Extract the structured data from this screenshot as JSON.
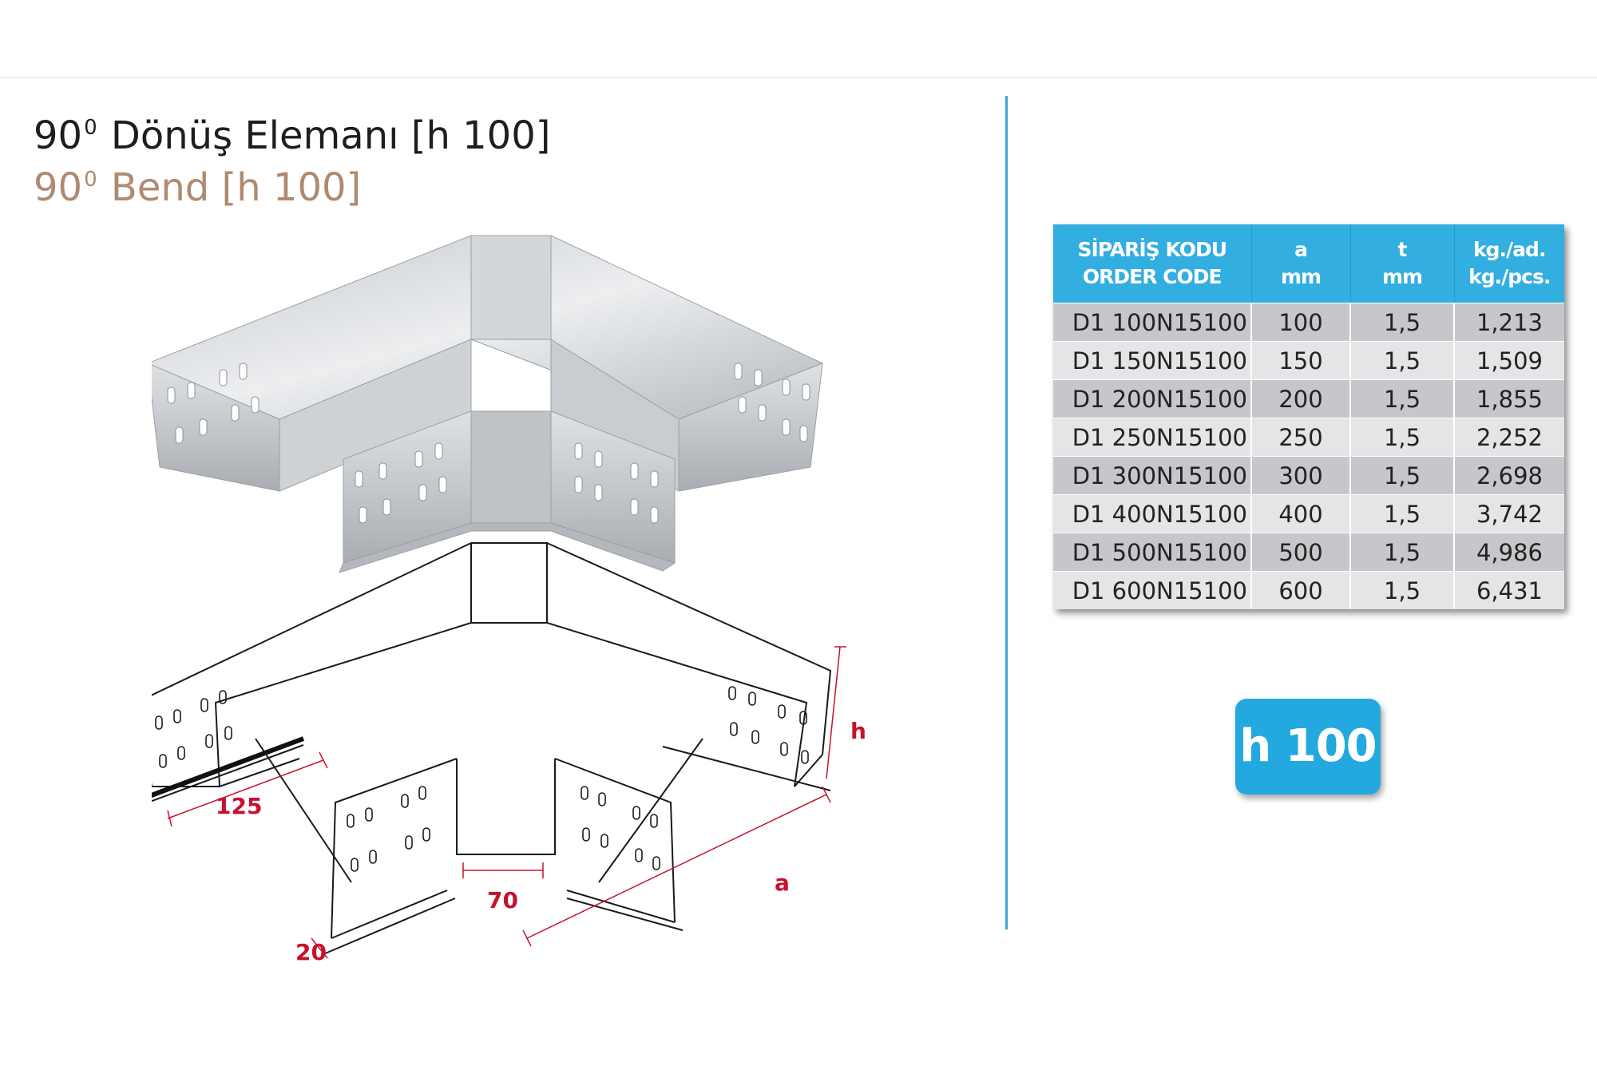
{
  "title": {
    "tr_prefix": "90",
    "tr_sup": "0",
    "tr_text": "Dönüş Elemanı [h 100]",
    "en_prefix": "90",
    "en_sup": "0",
    "en_text": "Bend [h 100]"
  },
  "drawing": {
    "dim_125": "125",
    "dim_70": "70",
    "dim_20": "20",
    "dim_a": "a",
    "dim_h": "h"
  },
  "table": {
    "headers": [
      {
        "line1": "SİPARİŞ KODU",
        "line2": "ORDER CODE"
      },
      {
        "line1": "a",
        "line2": "mm"
      },
      {
        "line1": "t",
        "line2": "mm"
      },
      {
        "line1": "kg./ad.",
        "line2": "kg./pcs."
      }
    ],
    "rows": [
      {
        "code": "D1 100N15100",
        "a": "100",
        "t": "1,5",
        "kg": "1,213"
      },
      {
        "code": "D1 150N15100",
        "a": "150",
        "t": "1,5",
        "kg": "1,509"
      },
      {
        "code": "D1 200N15100",
        "a": "200",
        "t": "1,5",
        "kg": "1,855"
      },
      {
        "code": "D1 250N15100",
        "a": "250",
        "t": "1,5",
        "kg": "2,252"
      },
      {
        "code": "D1 300N15100",
        "a": "300",
        "t": "1,5",
        "kg": "2,698"
      },
      {
        "code": "D1 400N15100",
        "a": "400",
        "t": "1,5",
        "kg": "3,742"
      },
      {
        "code": "D1 500N15100",
        "a": "500",
        "t": "1,5",
        "kg": "4,986"
      },
      {
        "code": "D1 600N15100",
        "a": "600",
        "t": "1,5",
        "kg": "6,431"
      }
    ]
  },
  "badge": "h 100",
  "colors": {
    "accent_blue": "#33aee0",
    "divider_blue": "#3aa7d6",
    "dimension_red": "#c8102e",
    "subtitle_brown": "#b08a70"
  }
}
